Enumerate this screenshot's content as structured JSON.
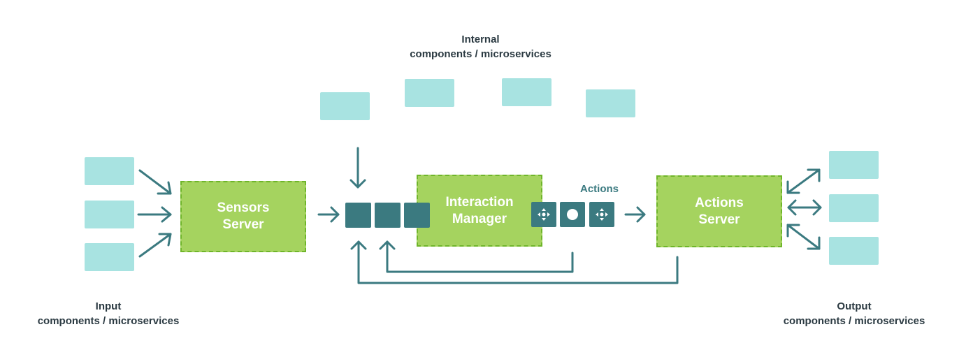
{
  "labels": {
    "internal_line1": "Internal",
    "internal_line2": "components / microservices",
    "input_line1": "Input",
    "input_line2": "components / microservices",
    "output_line1": "Output",
    "output_line2": "components / microservices",
    "actions": "Actions"
  },
  "servers": {
    "sensors": "Sensors\nServer",
    "interaction": "Interaction\nManager",
    "actions": "Actions\nServer"
  },
  "icons": [
    "move-icon",
    "circle-icon",
    "move-icon"
  ],
  "colors": {
    "component": "#a8e3e1",
    "server_fill": "#a5d35f",
    "server_border": "#6fb52a",
    "tile": "#3b7a80",
    "arrow": "#3b7a80",
    "text": "#2b3a42"
  }
}
